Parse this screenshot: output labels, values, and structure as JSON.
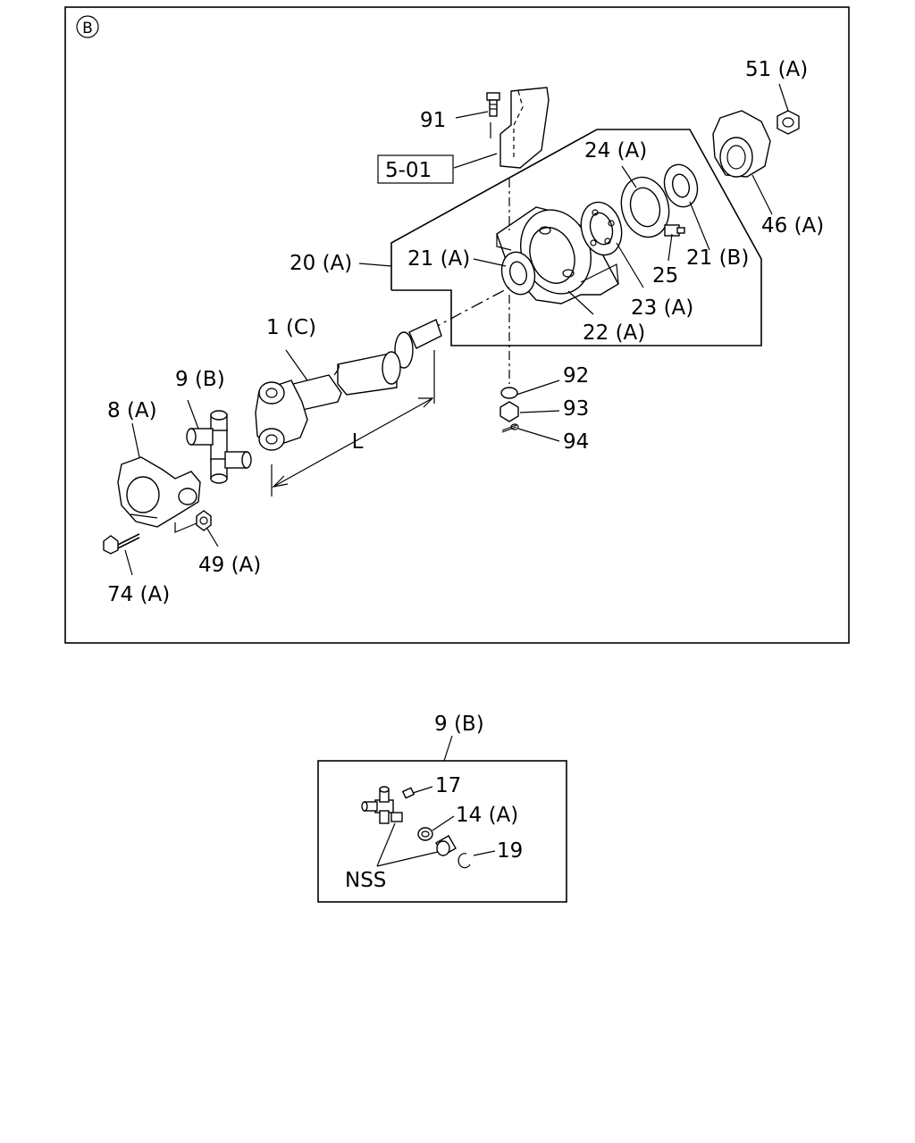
{
  "main_view": {
    "view_marker": "B",
    "labels": {
      "p91": "91",
      "p5_01": "5-01",
      "p51a": "51 (A)",
      "p24a": "24 (A)",
      "p46a": "46 (A)",
      "p20a": "20 (A)",
      "p21a": "21 (A)",
      "p25": "25",
      "p21b": "21 (B)",
      "p23a": "23 (A)",
      "p22a": "22 (A)",
      "p1c": "1 (C)",
      "p9b": "9 (B)",
      "p8a": "8 (A)",
      "p92": "92",
      "p93": "93",
      "p94": "94",
      "dim_l": "L",
      "p49a": "49 (A)",
      "p74a": "74 (A)"
    }
  },
  "detail_view": {
    "title": "9 (B)",
    "labels": {
      "p17": "17",
      "p14a": "14 (A)",
      "p19": "19",
      "nss": "NSS"
    }
  }
}
